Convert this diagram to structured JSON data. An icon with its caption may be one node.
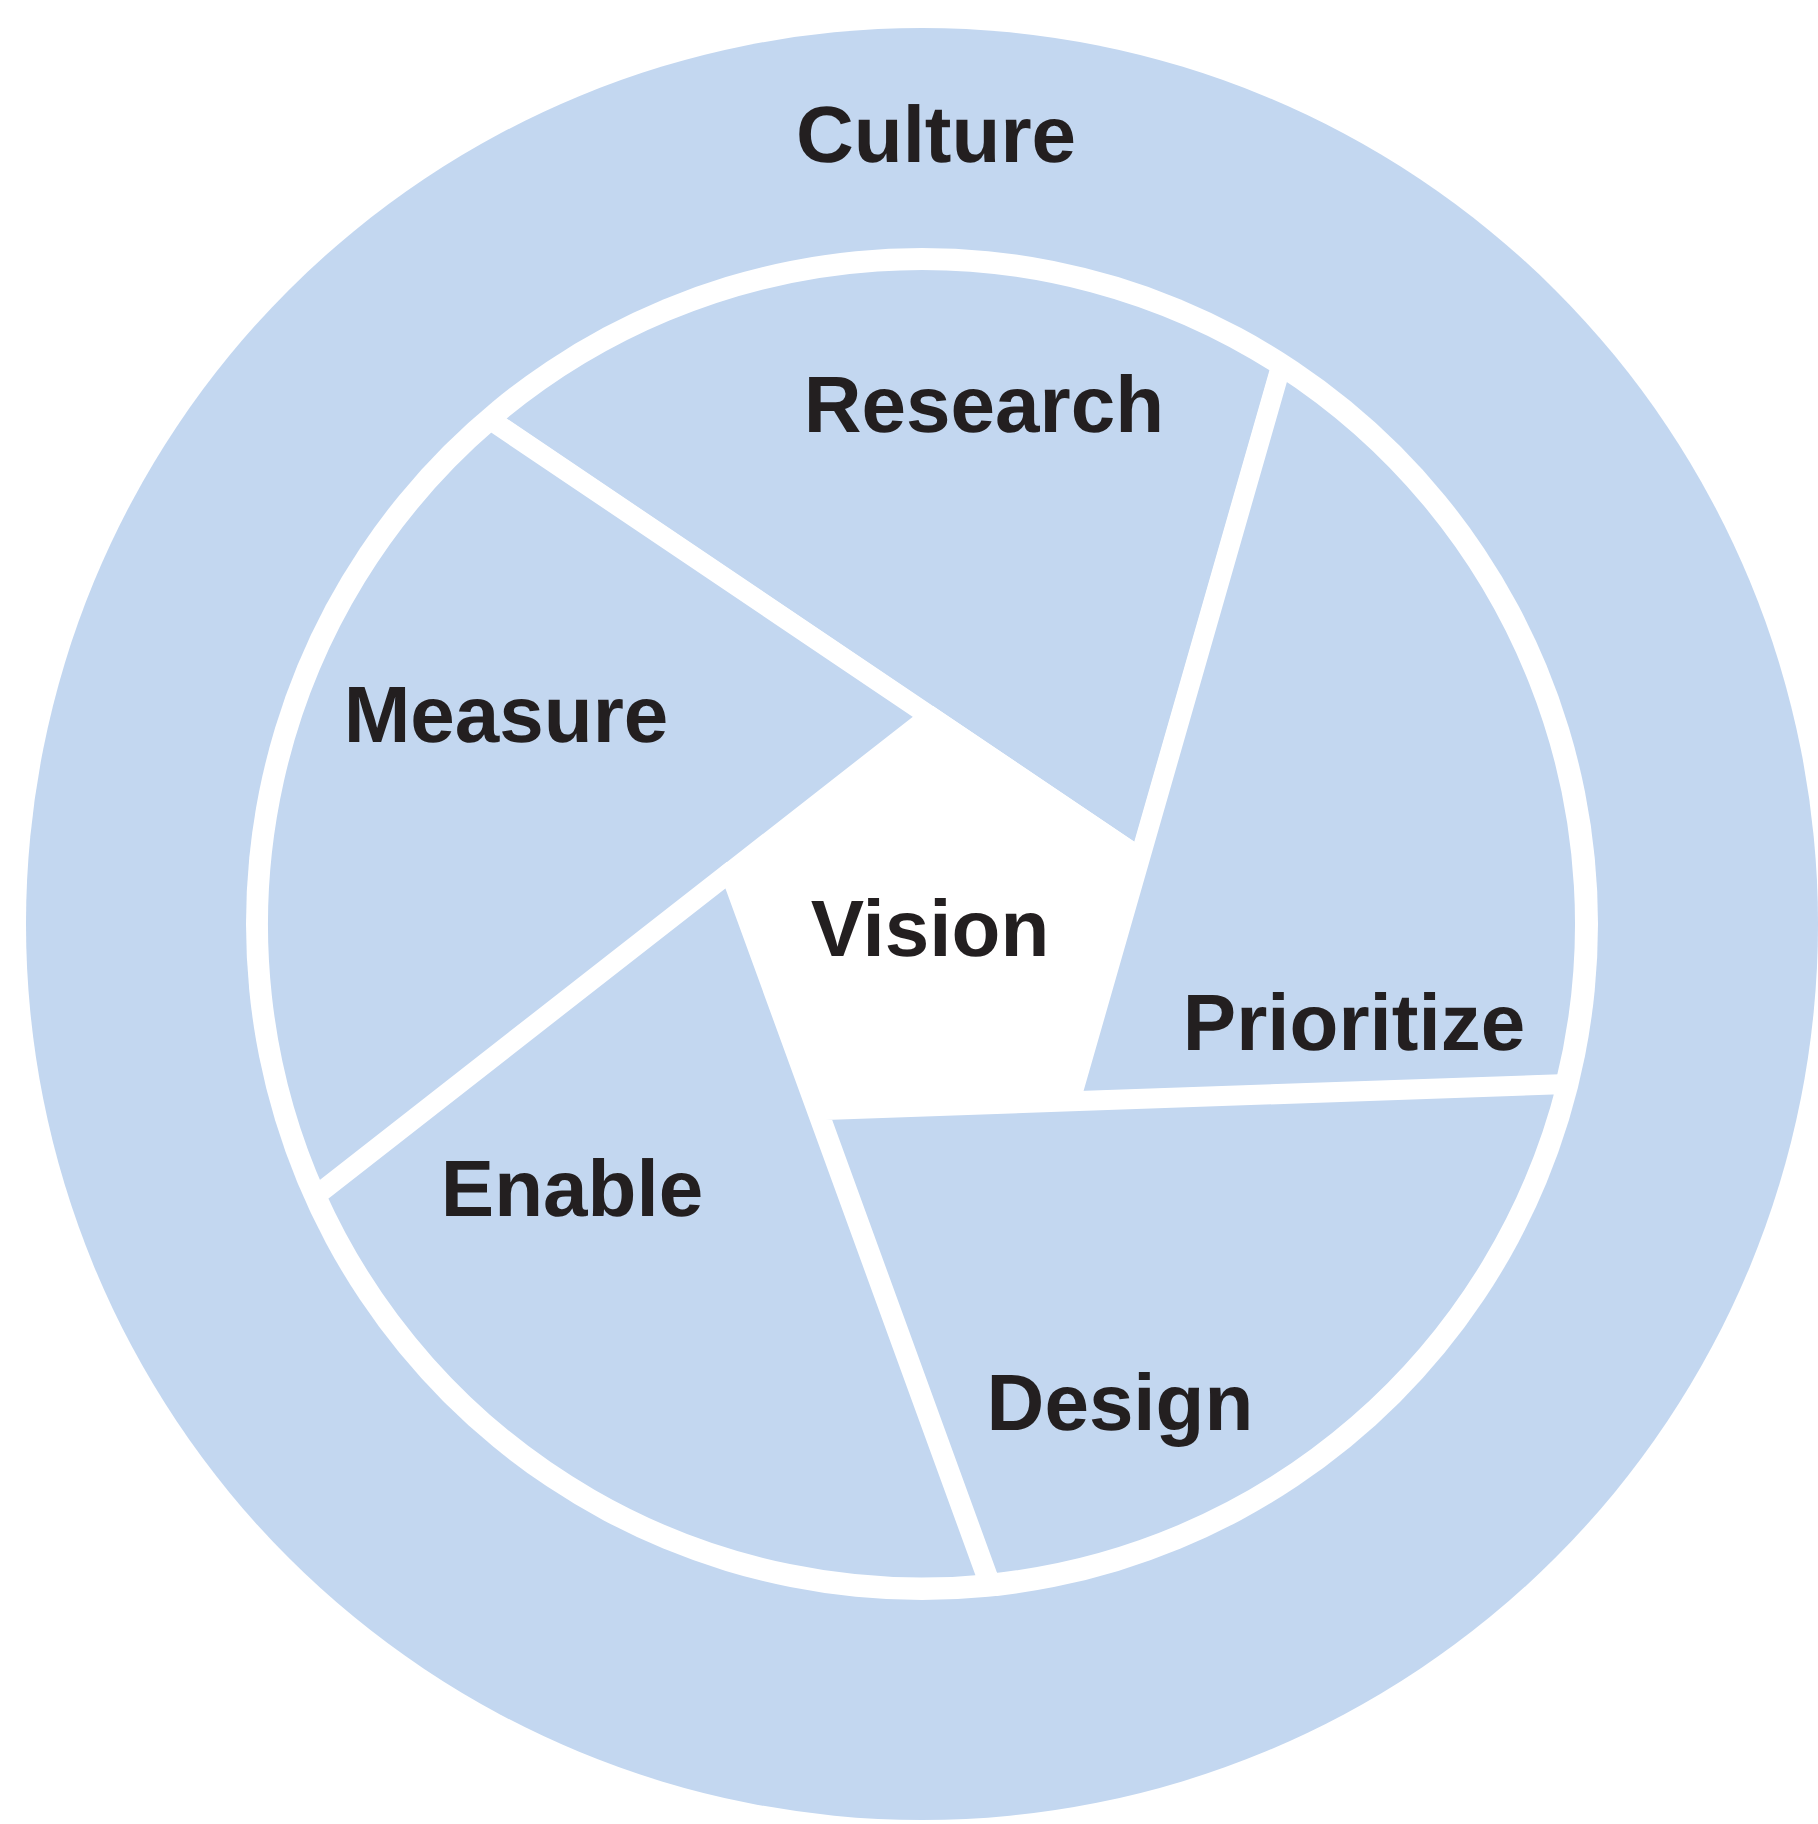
{
  "diagram": {
    "nodes": [
      {
        "text": [
          "Culture"
        ]
      },
      {
        "text": [
          "Research"
        ],
        "in": 0
      },
      {
        "text": [
          "Measure"
        ],
        "in": 0
      },
      {
        "text": [
          "Vision"
        ],
        "in": 0
      },
      {
        "text": [
          "Prioritize"
        ],
        "in": 0
      },
      {
        "text": [
          "Enable"
        ],
        "in": 0
      },
      {
        "text": [
          "Design"
        ],
        "in": 0
      }
    ]
  }
}
